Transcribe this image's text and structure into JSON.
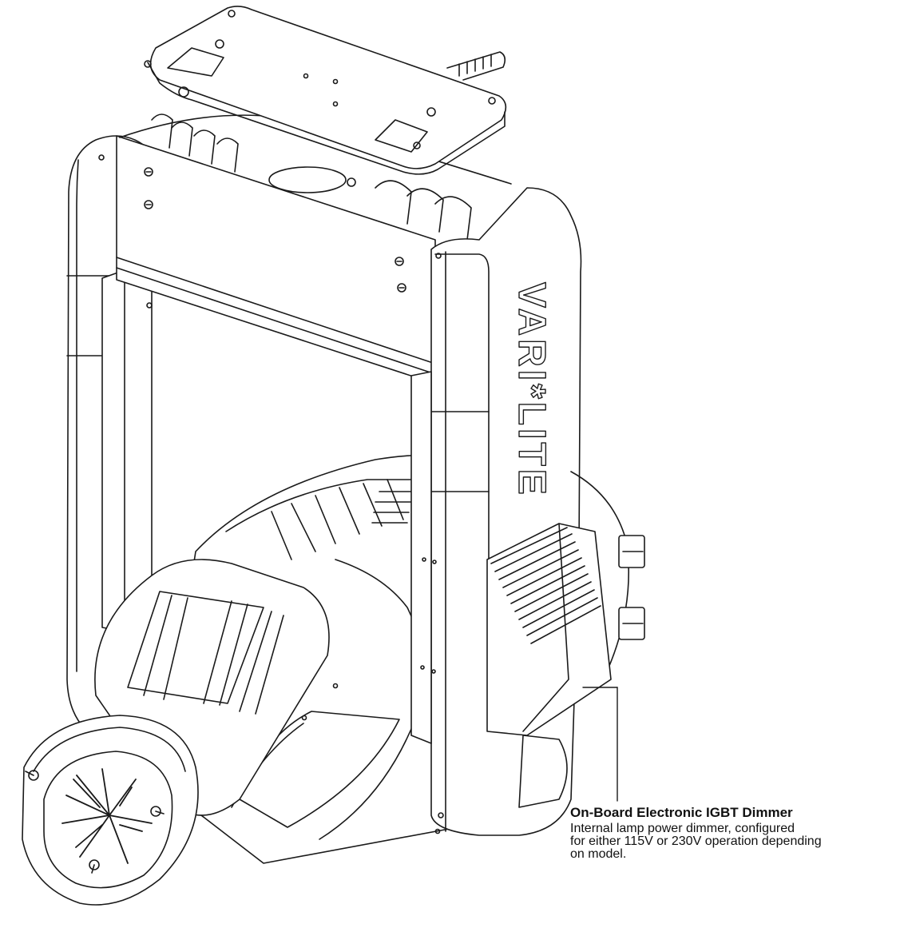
{
  "brand_mark": "VARI*LITE",
  "callout": {
    "title": "On-Board Electronic IGBT Dimmer",
    "description": "Internal lamp power dimmer, configured\nfor either 115V or 230V operation depending\non model."
  },
  "colors": {
    "line": "#1a1a1a",
    "fill": "#ffffff"
  }
}
